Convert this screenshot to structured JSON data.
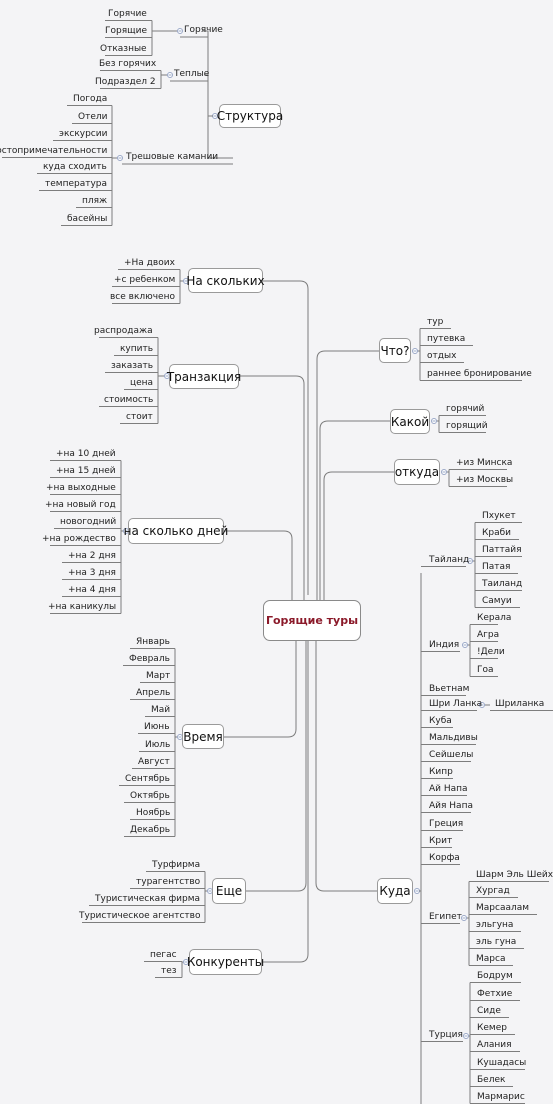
{
  "root": "Горящие туры",
  "left": [
    {
      "id": "struct",
      "label": "Структура",
      "children": [
        {
          "id": "gor",
          "label": "Горячие",
          "children": [
            "Горячие",
            "Горящие",
            "Отказные"
          ]
        },
        {
          "id": "tep",
          "label": "Теплые",
          "children": [
            "Без горячих",
            "Подраздел 2"
          ]
        },
        {
          "id": "tresh",
          "label": "Трешовые камании",
          "children": [
            "Погода",
            "Отели",
            "экскурсии",
            "достопримечательности",
            "куда сходить",
            "температура",
            "пляж",
            "басейны"
          ]
        }
      ]
    },
    {
      "id": "nask",
      "label": "На скольких",
      "children": [
        "+На двоих",
        "+с ребенком",
        "все включено"
      ]
    },
    {
      "id": "tran",
      "label": "Транзакция",
      "children": [
        "распродажа",
        "купить",
        "заказать",
        "цена",
        "стоимость",
        "стоит"
      ]
    },
    {
      "id": "days",
      "label": "на сколько дней",
      "children": [
        "+на 10 дней",
        "+на 15 дней",
        "+на выходные",
        "+на новый год",
        "новогодний",
        "+на рождество",
        "+на 2 дня",
        "+на 3 дня",
        "+на 4 дня",
        "+на каникулы"
      ]
    },
    {
      "id": "time",
      "label": "Время",
      "children": [
        "Январь",
        "Февраль",
        "Март",
        "Апрель",
        "Май",
        "Июнь",
        "Июль",
        "Август",
        "Сентябрь",
        "Октябрь",
        "Ноябрь",
        "Декабрь"
      ]
    },
    {
      "id": "eshe",
      "label": "Еще",
      "children": [
        "Турфирма",
        "турагентство",
        "Туристическая фирма",
        "Туристическое агентство"
      ]
    },
    {
      "id": "konk",
      "label": "Конкуренты",
      "children": [
        "пегас",
        "тез"
      ]
    }
  ],
  "right": [
    {
      "id": "chto",
      "label": "Что?",
      "children": [
        "тур",
        "путевка",
        "отдых",
        "раннее бронирование"
      ]
    },
    {
      "id": "kakoy",
      "label": "Какой",
      "children": [
        "горячий",
        "горящий"
      ]
    },
    {
      "id": "otkuda",
      "label": "откуда",
      "children": [
        "+из Минска",
        "+из Москвы"
      ]
    },
    {
      "id": "kuda",
      "label": "Куда",
      "children": [
        {
          "id": "thai",
          "label": "Тайланд",
          "children": [
            "Пхукет",
            "Краби",
            "Паттайя",
            "Патая",
            "Таиланд",
            "Самуи"
          ]
        },
        {
          "id": "india",
          "label": "Индия",
          "children": [
            "Керала",
            "Агра",
            "!Дели",
            "Гоа"
          ]
        },
        {
          "id": "viet",
          "label": "Вьетнам",
          "children": []
        },
        {
          "id": "sri",
          "label": "Шри Ланка",
          "children": [
            "Шриланка"
          ]
        },
        {
          "id": "kuba",
          "label": "Куба",
          "children": []
        },
        {
          "id": "mald",
          "label": "Мальдивы",
          "children": []
        },
        {
          "id": "seysh",
          "label": "Сейшелы",
          "children": []
        },
        {
          "id": "kipr",
          "label": "Кипр",
          "children": []
        },
        {
          "id": "aynapa",
          "label": "Ай Напа",
          "children": []
        },
        {
          "id": "ayyanapa",
          "label": "Айя Напа",
          "children": []
        },
        {
          "id": "grec",
          "label": "Греция",
          "children": []
        },
        {
          "id": "krit",
          "label": "Крит",
          "children": []
        },
        {
          "id": "korfu",
          "label": "Корфа",
          "children": []
        },
        {
          "id": "egypt",
          "label": "Египет",
          "children": [
            "Шарм Эль Шейх",
            "Хургад",
            "Марсаалам",
            "эльгуна",
            "эль гуна",
            "Марса"
          ]
        },
        {
          "id": "turk",
          "label": "Турция",
          "children": [
            "Бодрум",
            "Фетхие",
            "Сиде",
            "Кемер",
            "Алания",
            "Кушадасы",
            "Белек",
            "Мармарис"
          ]
        }
      ]
    }
  ]
}
